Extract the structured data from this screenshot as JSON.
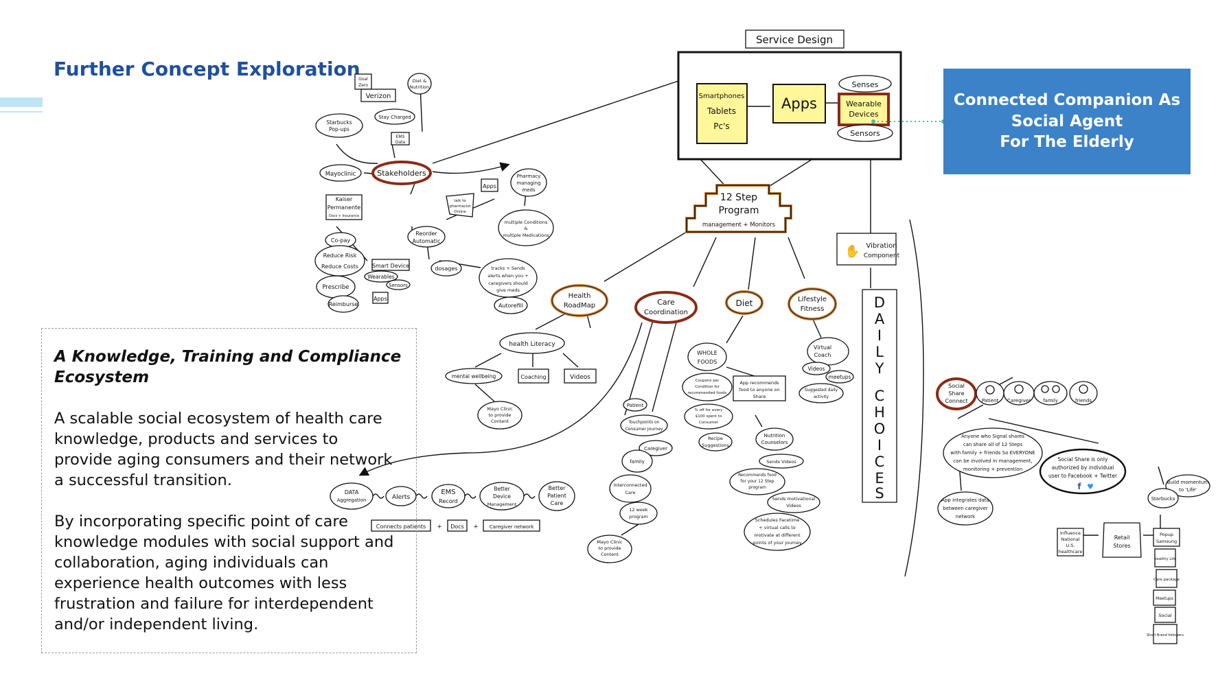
{
  "slide": {
    "title": "Further Concept Exploration"
  },
  "text_box": {
    "heading": "A Knowledge, Training and Compliance\nEcosystem",
    "para1": "A scalable social ecosystem of health care\nknowledge, products and services to\nprovide aging consumers and their network\na successful transition.",
    "para2": "By incorporating specific point of care\nknowledge modules with social support and\ncollaboration, aging individuals can\nexperience health outcomes with less\nfrustration and failure for interdependent\nand/or independent living."
  },
  "callout": {
    "text": "Connected Companion As\nSocial Agent\nFor The Elderly",
    "color": "#3b82c8"
  },
  "sketch": {
    "service_design": "Service Design",
    "devices": [
      "Smartphones",
      "Tablets",
      "Pc's"
    ],
    "apps": "Apps",
    "senses": "Senses",
    "wearable": [
      "Wearable",
      "Devices"
    ],
    "sensors": "Sensors",
    "program": [
      "12 Step",
      "Program",
      "management + Monitors"
    ],
    "vibration": [
      "Vibration",
      "Component"
    ],
    "daily_choices": [
      "D",
      "A",
      "I",
      "L",
      "Y",
      "C",
      "H",
      "O",
      "I",
      "C",
      "E",
      "S"
    ],
    "stakeholders": "Stakeholders",
    "goal_zero": [
      "Goal",
      "Zero"
    ],
    "verizon": "Verizon",
    "diet_nutrition": [
      "Diet &",
      "Nutrition"
    ],
    "starbucks_popups": [
      "Starbucks",
      "Pop-ups"
    ],
    "stay_charged": "Stay Charged",
    "ems_data": [
      "EMS",
      "Data"
    ],
    "mayo_clinic": "Mayoclinic",
    "kaiser": [
      "Kaiser",
      "Permanente",
      "Docs + Insurance"
    ],
    "copay": "Co-pay",
    "reduce_risk": [
      "Reduce Risk",
      "Reduce Costs"
    ],
    "prescribe": "Prescribe",
    "reimburse": "Reimburse",
    "smart_device": "Smart Device",
    "wearables": "Wearables",
    "sensors_small": "Sensors",
    "apps_small": "Apps",
    "pharmacy": [
      "Pharmacy",
      "managing",
      "meds"
    ],
    "talk_pharmacist": [
      "talk to",
      "pharmacist",
      "Online"
    ],
    "reorder": [
      "Reorder",
      "Automatic"
    ],
    "dosages": "dosages",
    "multiple": [
      "multiple Conditions",
      "&",
      "multiple Medications"
    ],
    "tracks": [
      "tracks + Sends",
      "alerts when you +",
      "caregivers should",
      "give meds"
    ],
    "autorefill": "Autorefill",
    "health_roadmap": [
      "Health",
      "RoadMap"
    ],
    "care_coordination": [
      "Care",
      "Coordination"
    ],
    "diet": "Diet",
    "lifestyle": [
      "Lifestyle",
      "Fitness"
    ],
    "health_literacy": "health Literacy",
    "mental_wellbeing": "mental wellbeing",
    "coaching": "Coaching",
    "videos": "Videos",
    "mayo_content": [
      "Mayo Clinic",
      "to provide",
      "Content"
    ],
    "patient": "Patient",
    "touchpoints": [
      "Touchpoints on",
      "Consumer Journey"
    ],
    "caregiver": "Caregiver",
    "family": "family",
    "interconnected": [
      "Interconnected",
      "Care"
    ],
    "twelve_week": [
      "12 week",
      "program"
    ],
    "mayo_content2": [
      "Mayo Clinic",
      "to provide",
      "Content"
    ],
    "whole_foods": [
      "WHOLE",
      "FOODS"
    ],
    "coupons": [
      "Coupons per",
      "Condition for",
      "recommended foods"
    ],
    "percent_off": [
      "% off for every",
      "$100 spent to",
      "Consumer"
    ],
    "recipe": [
      "Recipe",
      "Suggestions"
    ],
    "app_recommends": [
      "App recommends",
      "food to anyone on",
      "Share"
    ],
    "nutrition": [
      "Nutrition",
      "Counselors"
    ],
    "sends_videos": "Sends Videos",
    "recommends_food": [
      "Recommends food",
      "for your 12 Step",
      "program"
    ],
    "sends_motivational": [
      "Sends motivational",
      "Videos"
    ],
    "schedules": [
      "Schedules Facetime",
      "+ virtual calls to",
      "motivate at different",
      "points of your journey"
    ],
    "virtual_coach": [
      "Virtual",
      "Coach"
    ],
    "videos2": "Videos",
    "meetups": "meetups",
    "suggested": [
      "Suggested daily",
      "activity"
    ],
    "data_agg": [
      "DATA",
      "Aggregation"
    ],
    "alerts": "Alerts",
    "ems_record": [
      "EMS",
      "Record"
    ],
    "better_device": [
      "Better",
      "Device",
      "Management"
    ],
    "better_patient": [
      "Better",
      "Patient",
      "Care"
    ],
    "connects": "Connects patients",
    "docs": "Docs",
    "caregiver_network": "Caregiver network",
    "social_share": [
      "Social",
      "Share",
      "Connect"
    ],
    "ss_patient": "Patient",
    "ss_caregiver": "Caregiver",
    "ss_family": "family",
    "ss_friends": "friends",
    "anyone": [
      "Anyone who Signal shares",
      "can share all of 12 Steps",
      "with family + friends So EVERYONE",
      "can be involved in management,",
      "monitoring + prevention"
    ],
    "social_share_only": [
      "Social Share is only",
      "authorized by individual",
      "user to Facebook + Twitter"
    ],
    "app_integrates": [
      "App integrates data",
      "between caregiver",
      "network"
    ],
    "build_momentum": [
      "Build momentum",
      "to 'Life'"
    ],
    "starbucks": "Starbucks",
    "influence": [
      "Influence",
      "National",
      "U.S.",
      "healthcare"
    ],
    "retail": [
      "Retail",
      "Stores"
    ],
    "popup_samsung": [
      "Popup",
      "Samsung"
    ],
    "stack": [
      "healthy Life",
      "Care package",
      "Meetups",
      "Social",
      "Short Brand followers"
    ]
  }
}
